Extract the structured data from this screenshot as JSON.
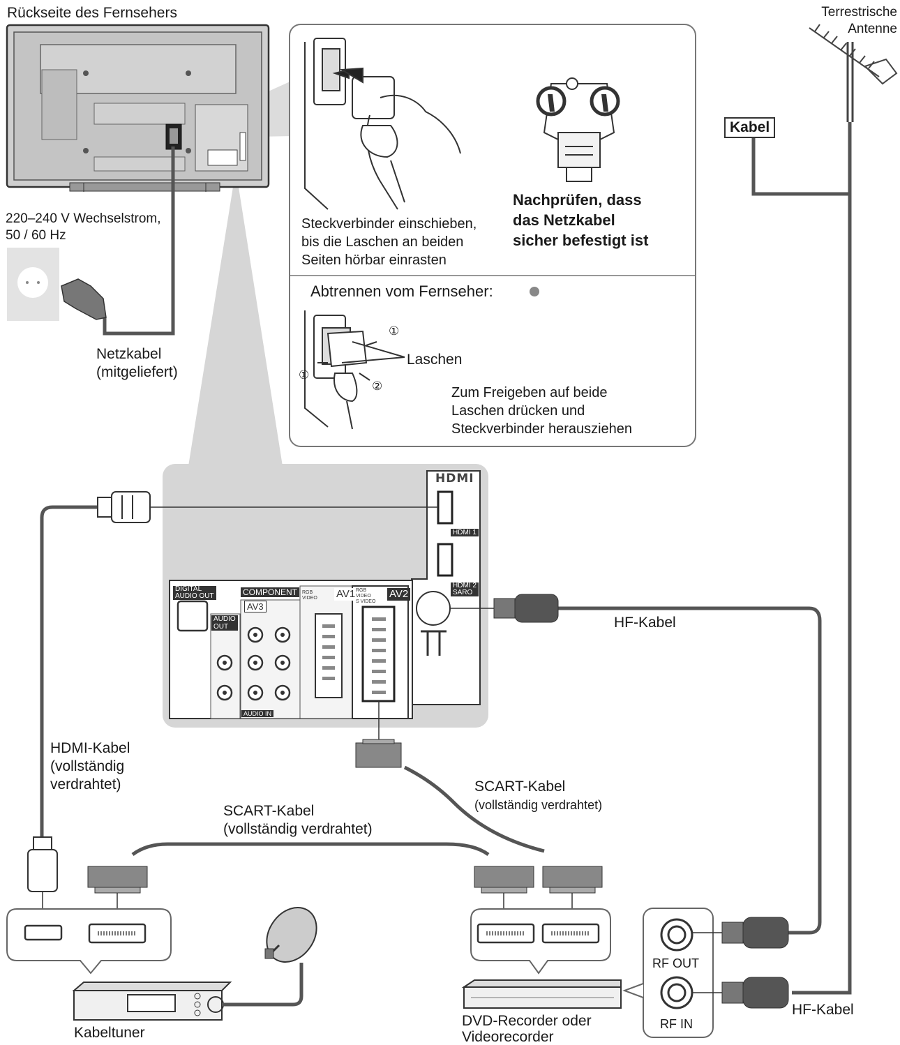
{
  "labels": {
    "tv_back": "Rückseite des Fernsehers",
    "antenna": [
      "Terrestrische",
      "Antenne"
    ],
    "kabel_box": "Kabel",
    "power_spec": [
      "220–240 V Wechselstrom,",
      "50 / 60 Hz"
    ],
    "netzkabel": [
      "Netzkabel",
      "(mitgeliefert)"
    ],
    "insert_instructions": [
      "Steckverbinder einschieben,",
      "bis die Laschen an beiden",
      "Seiten hörbar einrasten"
    ],
    "check_note": [
      "Nachprüfen, dass",
      "das Netzkabel",
      "sicher befestigt ist"
    ],
    "disconnect_title": "Abtrennen vom Fernseher:",
    "laschen": "Laschen",
    "release_instructions": [
      "Zum Freigeben auf beide",
      "Laschen drücken und",
      "Steckverbinder herausziehen"
    ],
    "hf_cable_top": "HF-Kabel",
    "hf_cable_bottom": "HF-Kabel",
    "hdmi_cable": [
      "HDMI-Kabel",
      "(vollständig",
      "verdrahtet)"
    ],
    "scart_cable_right": [
      "SCART-Kabel",
      "(vollständig verdrahtet)"
    ],
    "scart_cable_left": [
      "SCART-Kabel",
      "(vollständig verdrahtet)"
    ],
    "cable_tuner": "Kabeltuner",
    "recorder": [
      "DVD-Recorder oder",
      "Videorecorder"
    ],
    "rf_out": "RF OUT",
    "rf_in": "RF IN",
    "step1": "①",
    "step2": "②"
  },
  "panel": {
    "hdmi_logo": "HDMI",
    "hdmi1": "HDMI 1",
    "hdmi2": [
      "HDMI 2",
      "SARO"
    ],
    "digital_audio_out": [
      "DIGITAL",
      "AUDIO OUT"
    ],
    "component": "COMPONENT",
    "av3": "AV3",
    "av1": "AV1",
    "av2": "AV2",
    "audio_out": [
      "AUDIO",
      "OUT"
    ],
    "audio_in": "AUDIO IN",
    "rgb_video": [
      "RGB",
      "VIDEO"
    ],
    "rgb_video_svideo": [
      "RGB",
      "VIDEO",
      "S VIDEO"
    ]
  },
  "colors": {
    "cable": "#555555",
    "panel_bg": "#d6d6d6",
    "callout_border": "#777777",
    "tv_body": "#bdbdbd"
  }
}
